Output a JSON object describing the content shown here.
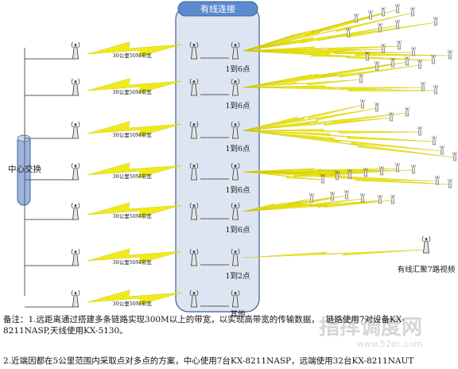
{
  "wired_box_label": "有线连接",
  "center_label": "中心交换",
  "bandwidth_label": "30公里50M带宽",
  "point_labels": [
    "1到6点",
    "1到6点",
    "1到6点",
    "1到6点",
    "1到6点",
    "1到2点",
    "其他"
  ],
  "right_label": "有线汇聚7路视频",
  "notes": [
    "备注：1.远距离通过搭建多条链路实现300M以上的带宽，以实现高带宽的传输数据，",
    "8211NASP,天线使用KX-5130。",
    "2.近端因都在5公里范围内采取点对多点的方案，中心使用7台KX-8211NASP，远端使用32台KX-8211NAUT"
  ],
  "notes_tail": "链路使用7对设备KX-",
  "watermark": {
    "cn": "指挥调度网",
    "en": "www.52ec.com"
  },
  "colors": {
    "bolt": "#f0ea1c",
    "box_fill": "#dde5f3",
    "box_stroke": "#3f5f97",
    "title_fill": "#5b8ad0",
    "line": "#5a5a5a"
  }
}
